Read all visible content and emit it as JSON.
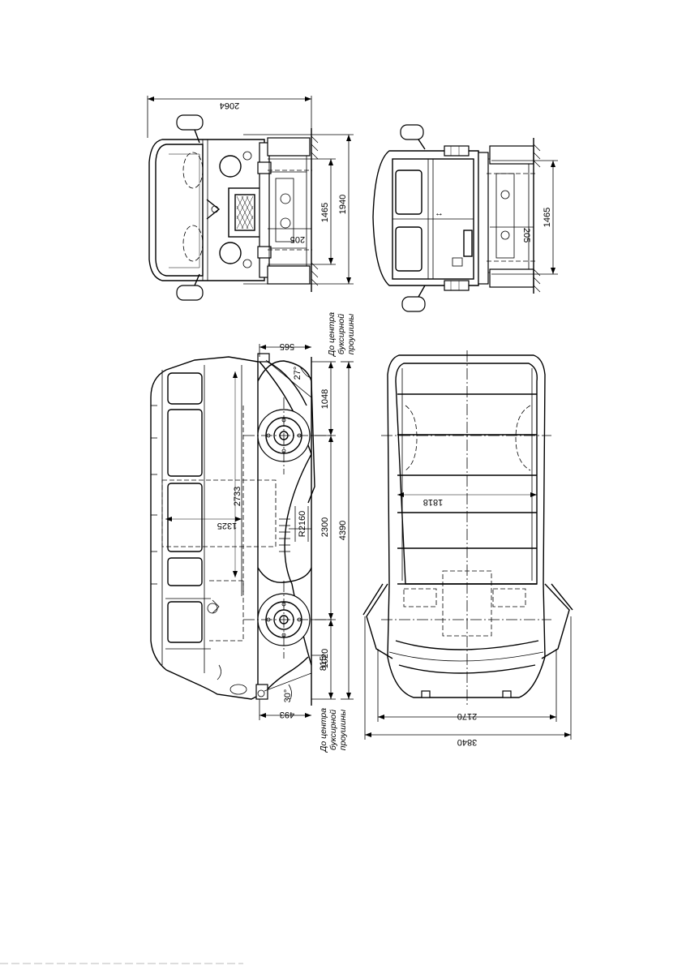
{
  "drawing": {
    "front_view": {
      "overall_width": "2064",
      "track": "1465",
      "height": "1940",
      "clearance": "205"
    },
    "rear_view": {
      "track": "1465",
      "clearance": "205"
    },
    "side_view": {
      "rear_overhang_to_hook": "565",
      "front_overhang_to_hook": "493",
      "departure_angle": "27°",
      "approach_angle": "30°",
      "rear_wheel_height": "1048",
      "front_wheel_height": "1020",
      "front_small": "815",
      "wheelbase": "2300",
      "overall_length": "4390",
      "cargo_length": "2733",
      "cargo_height": "1325",
      "turn_radius": "R2160",
      "tow_note_top": [
        "До центра",
        "буксирной",
        "проушины"
      ],
      "tow_note_bottom": [
        "До центра",
        "буксирной",
        "проушины"
      ]
    },
    "top_view": {
      "roof_width": "1818",
      "body_width": "2170",
      "doors_open_width": "3840"
    }
  }
}
